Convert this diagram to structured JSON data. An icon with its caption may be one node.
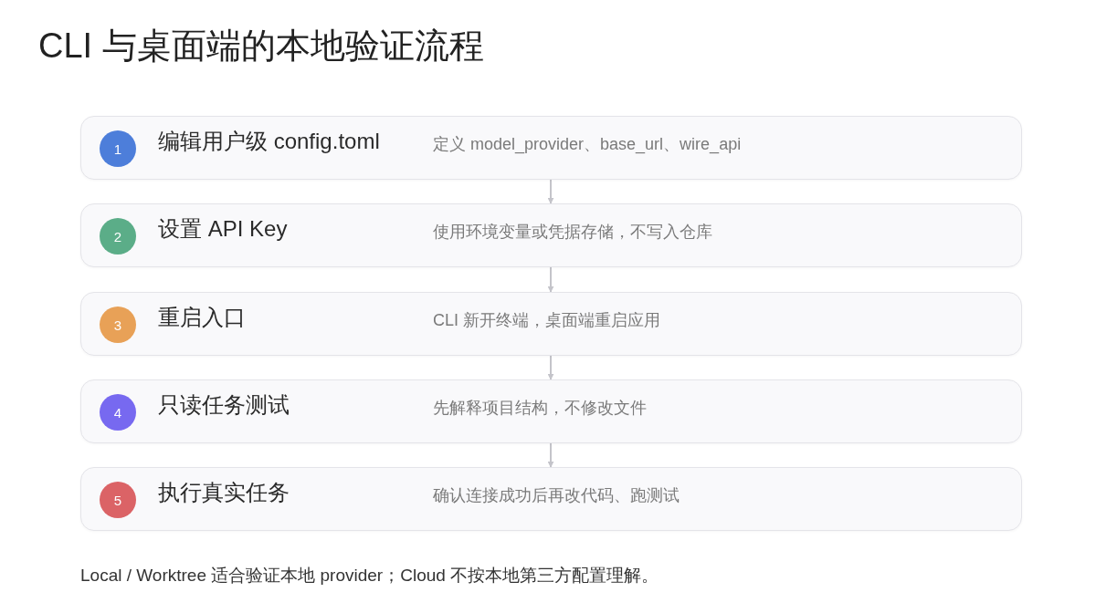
{
  "diagram": {
    "title": "CLI 与桌面端的本地验证流程",
    "nodes": [
      {
        "text": [
          "编辑用户级 config.toml",
          "定义 model_provider、base_url、wire_api"
        ]
      },
      {
        "text": [
          "1"
        ],
        "in": 0
      },
      {
        "text": [
          "设置 API Key",
          "使用环境变量或凭据存储，不写入仓库"
        ]
      },
      {
        "text": [
          "2"
        ],
        "in": 2
      },
      {
        "text": [
          "重启入口",
          "CLI 新开终端，桌面端重启应用"
        ]
      },
      {
        "text": [
          "3"
        ],
        "in": 4
      },
      {
        "text": [
          "只读任务测试",
          "先解释项目结构，不修改文件"
        ]
      },
      {
        "text": [
          "4"
        ],
        "in": 6
      },
      {
        "text": [
          "执行真实任务",
          "确认连接成功后再改代码、跑测试"
        ]
      },
      {
        "text": [
          "5"
        ],
        "in": 8
      }
    ],
    "edges": [
      {
        "from": 0,
        "to": 2,
        "arrow": "to"
      },
      {
        "from": 2,
        "to": 4,
        "arrow": "to"
      },
      {
        "from": 4,
        "to": 6,
        "arrow": "to"
      },
      {
        "from": 6,
        "to": 8,
        "arrow": "to"
      }
    ],
    "labels": [
      "Local / Worktree 适合验证本地 provider；Cloud 不按本地第三方配置理解。"
    ]
  }
}
